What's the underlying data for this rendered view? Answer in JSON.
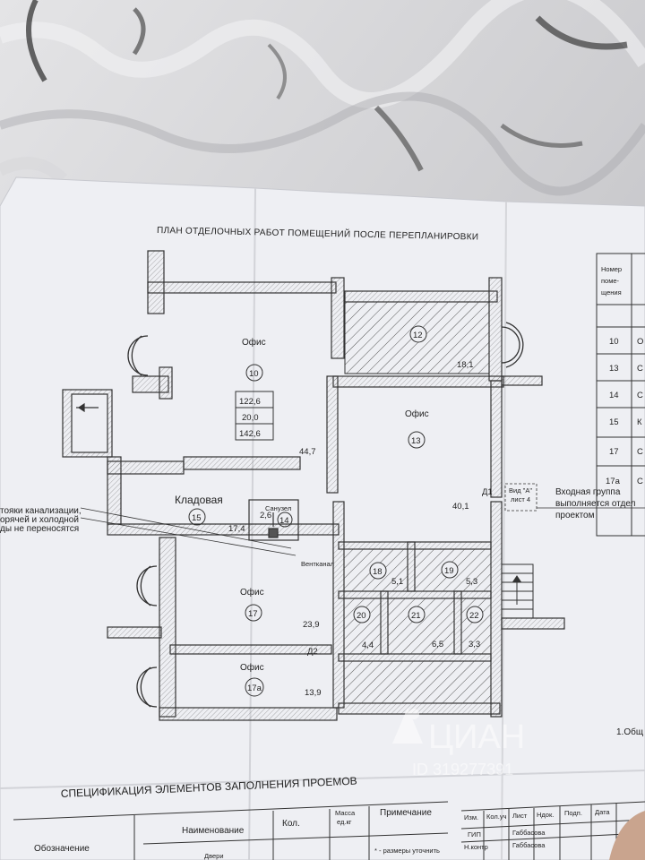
{
  "plan": {
    "title": "ПЛАН ОТДЕЛОЧНЫХ РАБОТ ПОМЕЩЕНИЙ ПОСЛЕ ПЕРЕПЛАНИРОВКИ",
    "rooms": [
      {
        "id": "r10",
        "name": "Офис",
        "number": "10",
        "area": "44,7"
      },
      {
        "id": "r12",
        "name": "",
        "number": "12",
        "area": "18,1"
      },
      {
        "id": "r13",
        "name": "Офис",
        "number": "13",
        "area": "40,1"
      },
      {
        "id": "r14",
        "name": "Санузел",
        "number": "14",
        "area": "2,6"
      },
      {
        "id": "r15",
        "name": "Кладовая",
        "number": "15",
        "area": "17,4"
      },
      {
        "id": "r17",
        "name": "Офис",
        "number": "17",
        "area": "23,9"
      },
      {
        "id": "r17a",
        "name": "Офис",
        "number": "17а",
        "area": "13,9"
      },
      {
        "id": "r18",
        "name": "",
        "number": "18",
        "area": "5,1"
      },
      {
        "id": "r19",
        "name": "",
        "number": "19",
        "area": "5,3"
      },
      {
        "id": "r20",
        "name": "",
        "number": "20",
        "area": "4,4"
      },
      {
        "id": "r21",
        "name": "",
        "number": "21",
        "area": "6,5"
      },
      {
        "id": "r22",
        "name": "",
        "number": "22",
        "area": "3,3"
      }
    ],
    "area_box": [
      "122,6",
      "20,0",
      "142,6"
    ],
    "doors": {
      "d1": "Д1",
      "d2": "Д2"
    },
    "ventkanal": "Вентканал",
    "note_left": [
      "тояки канализации,",
      "орячей и холодной",
      "ды не переносятся"
    ],
    "view_label": [
      "Вид \"А\"",
      "лист 4"
    ],
    "entrance_note": [
      "Входная группа",
      "выполняется отдел",
      "проектом"
    ],
    "footnote": "1.Общ"
  },
  "room_table": {
    "header": [
      "Номер",
      "поме-",
      "щения"
    ],
    "rows": [
      {
        "num": "10",
        "letter": "О"
      },
      {
        "num": "13",
        "letter": "С"
      },
      {
        "num": "14",
        "letter": "С"
      },
      {
        "num": "15",
        "letter": "К"
      },
      {
        "num": "17",
        "letter": "С"
      },
      {
        "num": "17а",
        "letter": "С"
      }
    ]
  },
  "spec": {
    "title": "СПЕЦИФИКАЦИЯ  ЭЛЕМЕНТОВ ЗАПОЛНЕНИЯ ПРОЕМОВ",
    "headers": {
      "designation": "Обозначение",
      "name": "Наименование",
      "qty": "Кол.",
      "mass": [
        "Масса",
        "ед.кг"
      ],
      "note": "Примечание"
    },
    "row_fragments": {
      "name": "Двери",
      "note": "* - размеры уточнить"
    }
  },
  "stamp": {
    "headers": [
      "Изм.",
      "Кол.уч",
      "Лист",
      "Ндок.",
      "Подп.",
      "Дата"
    ],
    "rows": [
      {
        "role": "ГИП",
        "name": "Габбасова"
      },
      {
        "role": "Н.контр",
        "name": "Габбасова"
      }
    ]
  },
  "watermark": {
    "brand": "ЦИАН",
    "id": "ID 319277391"
  }
}
